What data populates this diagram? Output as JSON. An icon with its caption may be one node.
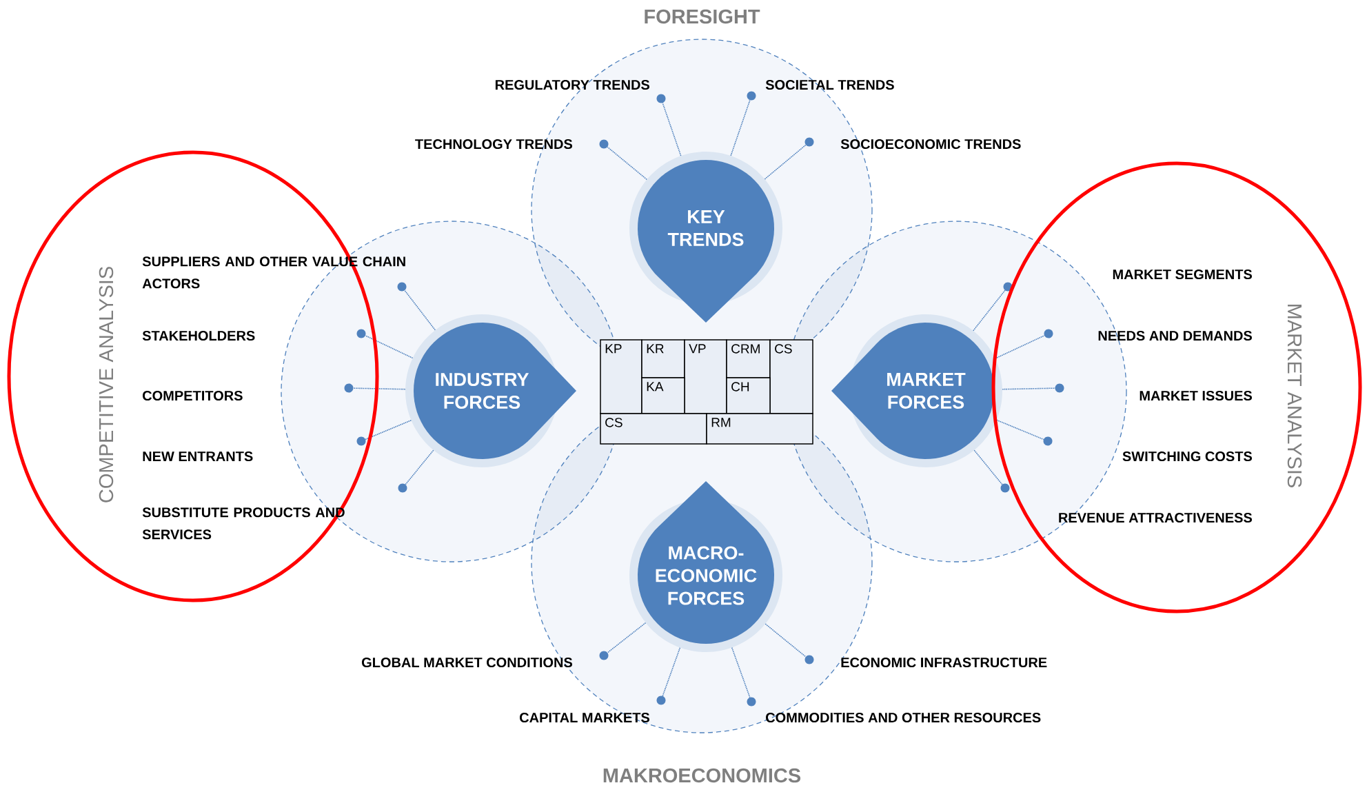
{
  "diagram": {
    "nodes": [
      {
        "text": [],
        "shape": "circle"
      },
      {
        "text": [],
        "shape": "circle"
      },
      {
        "text": [],
        "shape": "circle"
      },
      {
        "text": [],
        "shape": "circle"
      },
      {
        "text": [
          "KEY TRENDS"
        ]
      },
      {
        "text": [
          "COMPETITIVE ANALYSIS"
        ]
      },
      {
        "text": [],
        "shape": "circle"
      },
      {
        "text": [],
        "shape": "circle",
        "in": 5
      },
      {
        "text": [],
        "shape": "circle",
        "in": 5
      },
      {
        "text": [],
        "shape": "circle",
        "in": 5
      },
      {
        "text": [],
        "shape": "circle"
      },
      {
        "text": [
          "INDUSTRY FORCES"
        ]
      },
      {
        "text": [
          "KP"
        ]
      },
      {
        "text": [
          "KR"
        ]
      },
      {
        "text": [
          "VP"
        ]
      },
      {
        "text": [
          "CRM"
        ]
      },
      {
        "text": [
          "CS"
        ]
      },
      {
        "text": [
          "KA"
        ]
      },
      {
        "text": [
          "CH"
        ]
      },
      {
        "text": [
          "CS"
        ]
      },
      {
        "text": [
          "RM"
        ]
      },
      {
        "text": [
          "MARKET FORCES"
        ]
      },
      {
        "text": [],
        "shape": "circle"
      },
      {
        "text": [],
        "shape": "circle",
        "in": 27
      },
      {
        "text": [],
        "shape": "circle",
        "in": 27
      },
      {
        "text": [],
        "shape": "circle",
        "in": 27
      },
      {
        "text": [],
        "shape": "circle"
      },
      {
        "text": [
          "MARKET ANALYSIS"
        ]
      },
      {
        "text": [
          "MACRO-ECONOMIC FORCES"
        ]
      },
      {
        "text": [],
        "shape": "circle"
      },
      {
        "text": [],
        "shape": "circle"
      },
      {
        "text": [],
        "shape": "circle"
      },
      {
        "text": [],
        "shape": "circle"
      }
    ],
    "edges": [
      {
        "from": 4,
        "to": 0,
        "arrow": "none"
      },
      {
        "from": 4,
        "to": 1,
        "arrow": "none"
      },
      {
        "from": 4,
        "to": 2,
        "arrow": "none"
      },
      {
        "from": 4,
        "to": 3,
        "arrow": "none"
      },
      {
        "from": 11,
        "to": 6,
        "arrow": "none"
      },
      {
        "from": 11,
        "to": 7,
        "arrow": "none"
      },
      {
        "from": 11,
        "to": 8,
        "arrow": "none"
      },
      {
        "from": 11,
        "to": 9,
        "arrow": "none"
      },
      {
        "from": 11,
        "to": 10,
        "arrow": "none"
      },
      {
        "from": 21,
        "to": 22,
        "arrow": "none"
      },
      {
        "from": 21,
        "to": 23,
        "arrow": "none"
      },
      {
        "from": 21,
        "to": 24,
        "arrow": "none"
      },
      {
        "from": 21,
        "to": 25,
        "arrow": "none"
      },
      {
        "from": 21,
        "to": 26,
        "arrow": "none"
      },
      {
        "from": 28,
        "to": 29,
        "arrow": "none"
      },
      {
        "from": 28,
        "to": 30,
        "arrow": "none"
      },
      {
        "from": 28,
        "to": 31,
        "arrow": "none"
      },
      {
        "from": 28,
        "to": 32,
        "arrow": "none"
      }
    ],
    "labels": [
      "FORESIGHT",
      "REGULATORY TRENDS",
      "SOCIETAL TRENDS",
      "TECHNOLOGY TRENDS",
      "SOCIOECONOMIC TRENDS",
      "SUPPLIERS AND OTHER VALUE CHAIN ACTORS",
      "MARKET SEGMENTS",
      "STAKEHOLDERS",
      "NEEDS AND DEMANDS",
      "COMPETITORS",
      "MARKET ISSUES",
      "NEW ENTRANTS",
      "SWITCHING COSTS",
      "SUBSTITUTE PRODUCTS AND SERVICES",
      "REVENUE ATTRACTIVENESS",
      "GLOBAL MARKET CONDITIONS",
      "ECONOMIC INFRASTRUCTURE",
      "CAPITAL MARKETS",
      "COMMODITIES AND OTHER RESOURCES",
      "MAKROECONOMICS"
    ]
  }
}
